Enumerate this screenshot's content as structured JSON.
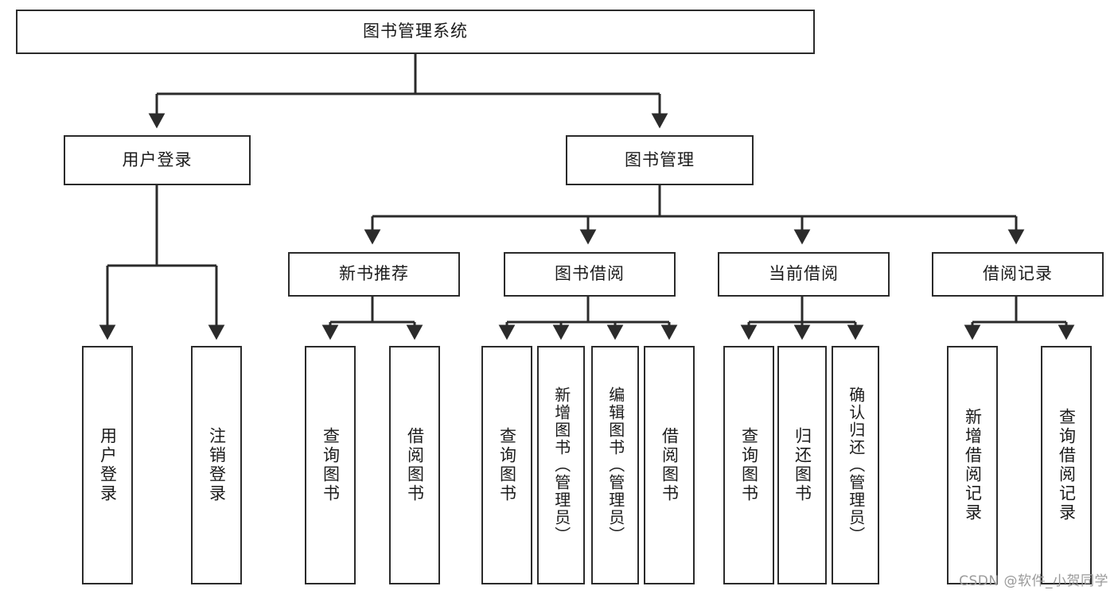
{
  "diagram": {
    "title": "图书管理系统",
    "type": "tree",
    "watermark": "CSDN @软件_小贺同学",
    "colors": {
      "box_border": "#2b2b2b",
      "box_fill": "#ffffff",
      "line": "#2b2b2b",
      "text": "#1b1b1b",
      "watermark": "#9a9a9a"
    },
    "root": {
      "label": "图书管理系统"
    },
    "level2": [
      {
        "label": "用户登录"
      },
      {
        "label": "图书管理"
      }
    ],
    "level3": [
      {
        "label": "新书推荐"
      },
      {
        "label": "图书借阅"
      },
      {
        "label": "当前借阅"
      },
      {
        "label": "借阅记录"
      }
    ],
    "leaves": {
      "user_login": [
        {
          "label": "用户登录"
        },
        {
          "label": "注销登录"
        }
      ],
      "new_book": [
        {
          "label": "查询图书"
        },
        {
          "label": "借阅图书"
        }
      ],
      "borrow": [
        {
          "label": "查询图书"
        },
        {
          "label": "新增图书（管理员）"
        },
        {
          "label": "编辑图书（管理员）"
        },
        {
          "label": "借阅图书"
        }
      ],
      "current": [
        {
          "label": "查询图书"
        },
        {
          "label": "归还图书"
        },
        {
          "label": "确认归还（管理员）"
        }
      ],
      "records": [
        {
          "label": "新增借阅记录"
        },
        {
          "label": "查询借阅记录"
        }
      ]
    }
  }
}
